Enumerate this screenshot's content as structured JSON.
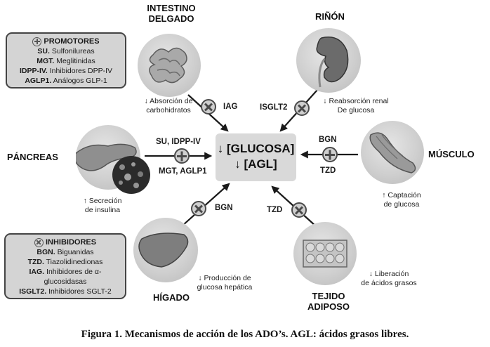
{
  "central": {
    "line1": "↓ [GLUCOSA]",
    "line2": "↓ [AGL]"
  },
  "organs": {
    "intestine": {
      "title1": "INTESTINO",
      "title2": "DELGADO",
      "effect1": "↓ Absorción de",
      "effect2": "carbohidratos",
      "drug": "IAG"
    },
    "kidney": {
      "title": "RIÑÓN",
      "effect1": "↓ Reabsorción renal",
      "effect2": "De glucosa",
      "drug": "ISGLT2"
    },
    "pancreas": {
      "title": "PÁNCREAS",
      "effect1": "↑ Secreción",
      "effect2": "de insulina",
      "drug_top": "SU, IDPP-IV",
      "drug_bottom": "MGT, AGLP1"
    },
    "muscle": {
      "title": "MÚSCULO",
      "effect1": "↑ Captación",
      "effect2": "de glucosa",
      "drug_top": "BGN",
      "drug_bottom": "TZD"
    },
    "liver": {
      "title": "HÍGADO",
      "effect1": "↓ Producción de",
      "effect2": "glucosa hepática",
      "drug": "BGN"
    },
    "adipose": {
      "title1": "TEJIDO",
      "title2": "ADIPOSO",
      "effect1": "↓ Liberación",
      "effect2": "de ácidos grasos",
      "drug": "TZD"
    }
  },
  "promotores": {
    "title": "PROMOTORES",
    "rows": [
      {
        "abbr": "SU.",
        "text": "Sulfonilureas"
      },
      {
        "abbr": "MGT.",
        "text": "Meglitinidas"
      },
      {
        "abbr": "IDPP-IV.",
        "text": "Inhibidores DPP-IV"
      },
      {
        "abbr": "AGLP1.",
        "text": "Análogos GLP-1"
      }
    ]
  },
  "inhibidores": {
    "title": "INHIBIDORES",
    "rows": [
      {
        "abbr": "BGN.",
        "text": "Biguanidas"
      },
      {
        "abbr": "TZD.",
        "text": "Tiazolidinedionas"
      },
      {
        "abbr": "IAG.",
        "text": "Inhibidores de α-"
      },
      {
        "abbr": "",
        "text": "glucosidasas"
      },
      {
        "abbr": "ISGLT2.",
        "text": "Inhibidores SGLT-2"
      }
    ]
  },
  "caption": "Figura 1. Mecanismos de acción de los ADO’s. AGL: ácidos grasos libres.",
  "colors": {
    "box": "#d9d9d9",
    "symbol": "#4a4a4a",
    "circle": "#cfcfcf"
  },
  "icons": {
    "promote": "plus-circle-icon",
    "inhibit": "times-circle-icon"
  }
}
